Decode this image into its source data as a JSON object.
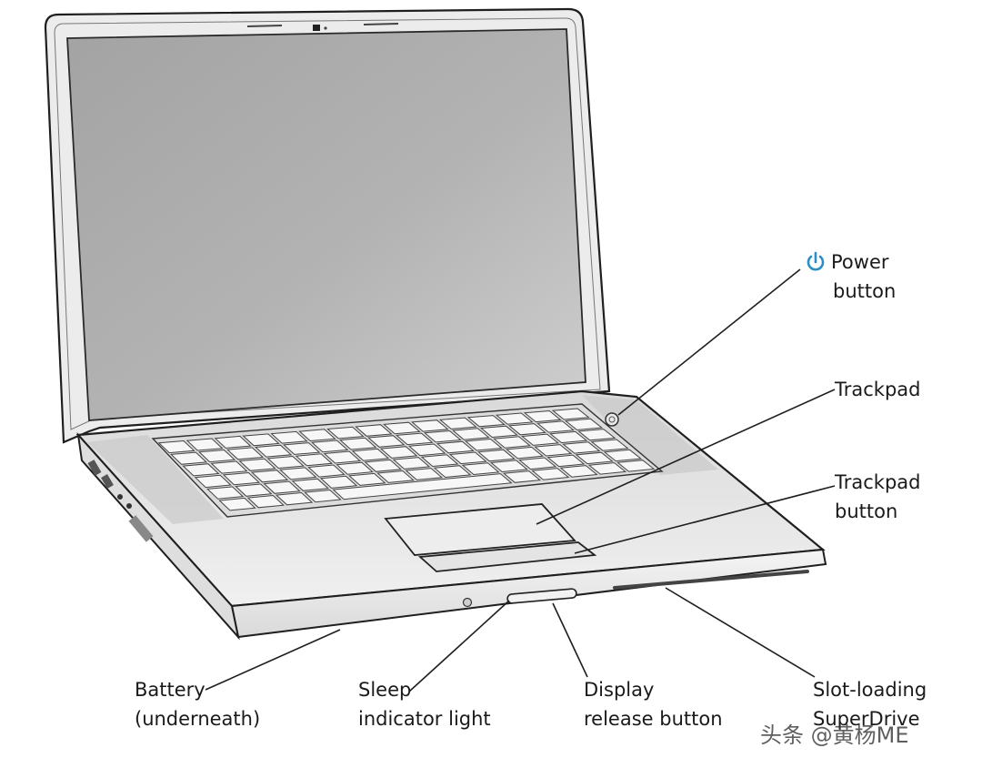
{
  "labels": {
    "power": {
      "line1": "Power",
      "line2": "button"
    },
    "trackpad": {
      "line1": "Trackpad"
    },
    "trackpad_button": {
      "line1": "Trackpad",
      "line2": "button"
    },
    "battery": {
      "line1": "Battery",
      "line2": "(underneath)"
    },
    "sleep": {
      "line1": "Sleep",
      "line2": "indicator light"
    },
    "display_release": {
      "line1": "Display",
      "line2": "release button"
    },
    "slot_loading": {
      "line1": "Slot-loading",
      "line2": "SuperDrive"
    }
  },
  "watermark": "头条 @黄杨ME",
  "colors": {
    "power_icon": "#2a8fc4",
    "screen": "#acacac",
    "body": "#e6e6e6",
    "line": "#1f1f1f"
  },
  "icons": {
    "power": "power-icon"
  }
}
